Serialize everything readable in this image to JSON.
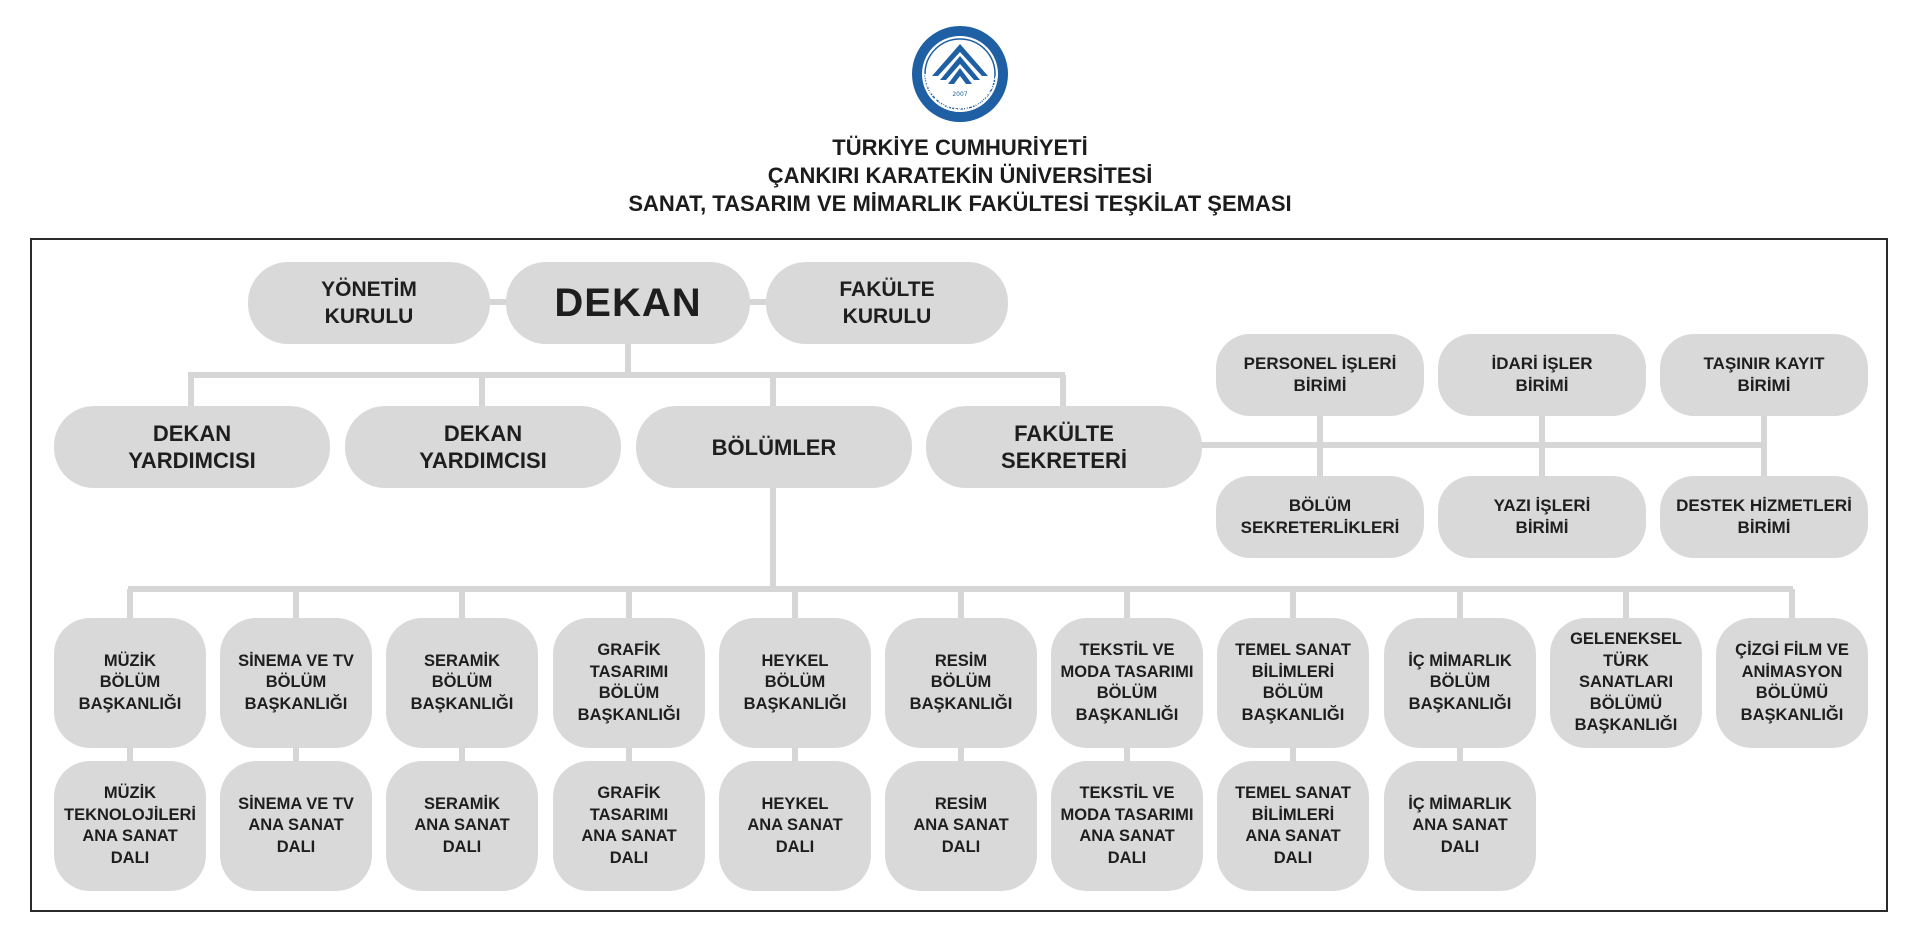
{
  "logo": {
    "icon": "university-seal-icon",
    "ring_text": "ÇANKIRI KARATEKİN ÜNİVERSİTESİ",
    "year": "2007",
    "color": "#1f5fa3"
  },
  "header": {
    "line1": "TÜRKİYE CUMHURİYETİ",
    "line2": "ÇANKIRI KARATEKİN ÜNİVERSİTESİ",
    "line3": "SANAT, TASARIM VE MİMARLIK FAKÜLTESİ TEŞKİLAT ŞEMASI"
  },
  "colors": {
    "node": "#d9d9da",
    "line": "#d6d6d7",
    "frame": "#2a2a2a"
  },
  "top": {
    "yonetim": "YÖNETİM\nKURULU",
    "dekan": "DEKAN",
    "fakulte_kurulu": "FAKÜLTE\nKURULU"
  },
  "second": {
    "dekan_yard_1": "DEKAN\nYARDIMCISI",
    "dekan_yard_2": "DEKAN\nYARDIMCISI",
    "bolumler": "BÖLÜMLER",
    "fakulte_sekreteri": "FAKÜLTE\nSEKRETERİ"
  },
  "units": {
    "personel": "PERSONEL İŞLERİ\nBİRİMİ",
    "idari": "İDARİ İŞLER\nBİRİMİ",
    "tasinir": "TAŞINIR KAYIT\nBİRİMİ",
    "bolum_sek": "BÖLÜM\nSEKRETERLİKLERİ",
    "yazi": "YAZI İŞLERİ\nBİRİMİ",
    "destek": "DESTEK HİZMETLERİ\nBİRİMİ"
  },
  "departments": [
    {
      "name": "MÜZİK\nBÖLÜM\nBAŞKANLIĞI",
      "sub": "MÜZİK\nTEKNOLOJİLERİ\nANA SANAT\nDALI"
    },
    {
      "name": "SİNEMA VE TV\nBÖLÜM\nBAŞKANLIĞI",
      "sub": "SİNEMA VE TV\nANA SANAT\nDALI"
    },
    {
      "name": "SERAMİK\nBÖLÜM\nBAŞKANLIĞI",
      "sub": "SERAMİK\nANA SANAT\nDALI"
    },
    {
      "name": "GRAFİK\nTASARIMI\nBÖLÜM\nBAŞKANLIĞI",
      "sub": "GRAFİK\nTASARIMI\nANA SANAT\nDALI"
    },
    {
      "name": "HEYKEL\nBÖLÜM\nBAŞKANLIĞI",
      "sub": "HEYKEL\nANA SANAT\nDALI"
    },
    {
      "name": "RESİM\nBÖLÜM\nBAŞKANLIĞI",
      "sub": "RESİM\nANA SANAT\nDALI"
    },
    {
      "name": "TEKSTİL VE\nMODA TASARIMI\nBÖLÜM\nBAŞKANLIĞI",
      "sub": "TEKSTİL VE\nMODA TASARIMI\nANA SANAT\nDALI"
    },
    {
      "name": "TEMEL SANAT\nBİLİMLERİ\nBÖLÜM\nBAŞKANLIĞI",
      "sub": "TEMEL SANAT\nBİLİMLERİ\nANA SANAT\nDALI"
    },
    {
      "name": "İÇ MİMARLIK\nBÖLÜM\nBAŞKANLIĞI",
      "sub": "İÇ MİMARLIK\nANA SANAT\nDALI"
    },
    {
      "name": "GELENEKSEL\nTÜRK SANATLARI\nBÖLÜMÜ\nBAŞKANLIĞI"
    },
    {
      "name": "ÇİZGİ FİLM VE\nANİMASYON\nBÖLÜMÜ\nBAŞKANLIĞI"
    }
  ]
}
